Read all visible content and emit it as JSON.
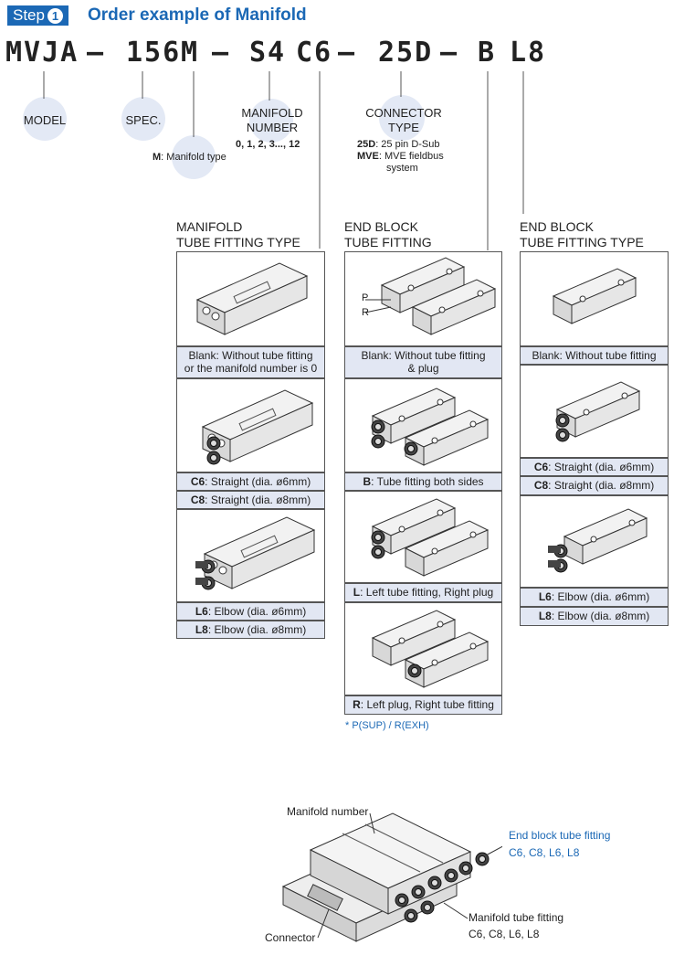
{
  "header": {
    "step_label": "Step",
    "step_number": "1",
    "title": "Order example of Manifold"
  },
  "code": {
    "model": "MVJA",
    "spec": "156",
    "m": "M",
    "manifold_number": "S4",
    "tube_fitting": "C6",
    "connector": "25D",
    "end_block": "B",
    "end_block_type": "L8",
    "dash": "—"
  },
  "labels": {
    "model": "MODEL",
    "spec": "SPEC.",
    "manifold_number_title_1": "MANIFOLD",
    "manifold_number_title_2": "NUMBER",
    "manifold_number_values": "0, 1, 2, 3..., 12",
    "manifold_type_key": "M",
    "manifold_type_text": ": Manifold type",
    "connector_title_1": "CONNECTOR",
    "connector_title_2": "TYPE",
    "connector_25d_key": "25D",
    "connector_25d_text": ": 25 pin D-Sub",
    "connector_mve_key": "MVE",
    "connector_mve_text": ": MVE fieldbus",
    "connector_mve_text2": "system"
  },
  "columns": {
    "manifold": {
      "head1": "MANIFOLD",
      "head2": "TUBE FITTING TYPE",
      "cap_blank_1": "Blank: Without tube fitting",
      "cap_blank_2": "or the manifold number is 0",
      "cap_c6_key": "C6",
      "cap_c6_text": ": Straight (dia. ø6mm)",
      "cap_c8_key": "C8",
      "cap_c8_text": ": Straight (dia. ø8mm)",
      "cap_l6_key": "L6",
      "cap_l6_text": ": Elbow (dia. ø6mm)",
      "cap_l8_key": "L8",
      "cap_l8_text": ": Elbow (dia. ø8mm)"
    },
    "endblock": {
      "head1": "END BLOCK",
      "head2": "TUBE FITTING",
      "port_p": "P",
      "port_r": "R",
      "cap_blank_1": "Blank: Without tube fitting",
      "cap_blank_2": "& plug",
      "cap_b_key": "B",
      "cap_b_text": ": Tube fitting both sides",
      "cap_l_key": "L",
      "cap_l_text": ": Left tube fitting, Right plug",
      "cap_r_key": "R",
      "cap_r_text": ": Left plug, Right tube fitting",
      "note": "* P(SUP) / R(EXH)"
    },
    "endblock_type": {
      "head1": "END BLOCK",
      "head2": "TUBE FITTING TYPE",
      "cap_blank": "Blank: Without tube fitting",
      "cap_c6_key": "C6",
      "cap_c6_text": ": Straight (dia. ø6mm)",
      "cap_c8_key": "C8",
      "cap_c8_text": ": Straight (dia. ø8mm)",
      "cap_l6_key": "L6",
      "cap_l6_text": ": Elbow (dia. ø6mm)",
      "cap_l8_key": "L8",
      "cap_l8_text": ": Elbow (dia. ø8mm)"
    }
  },
  "assembly": {
    "manifold_number": "Manifold number",
    "end_block_fitting": "End block tube fitting",
    "end_block_codes": "C6, C8, L6, L8",
    "manifold_fitting": "Manifold tube fitting",
    "manifold_codes": "C6, C8, L6, L8",
    "connector": "Connector"
  },
  "colors": {
    "accent": "#1b68b5",
    "caption_bg": "#e2e7f3",
    "bubble": "#e3e9f5"
  }
}
